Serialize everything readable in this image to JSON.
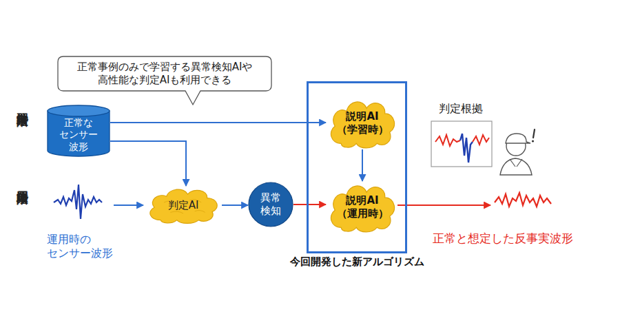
{
  "diagram": {
    "nodes": [
      {
        "text": [
          "正常事例のみで学習する異常検知AIや 高性能な判定AIも利用できる"
        ]
      },
      {
        "text": [
          "正常な センサー 波形"
        ]
      },
      {
        "text": [
          "判定AI"
        ]
      },
      {
        "text": [
          "異常 検知"
        ]
      },
      {
        "text": [
          "今回開発した新アルゴリズム"
        ]
      },
      {
        "text": [
          "説明AI （学習時）"
        ],
        "in": 4
      },
      {
        "text": [
          "説明AI （運用時）"
        ],
        "in": 4
      }
    ],
    "edges": [
      {
        "from": 1,
        "to": 5,
        "arrow": "to"
      },
      {
        "from": 1,
        "to": 2,
        "arrow": "to"
      },
      {
        "from": 2,
        "to": 3,
        "arrow": "to"
      },
      {
        "from": 3,
        "to": 6,
        "arrow": "to"
      },
      {
        "from": 5,
        "to": 6,
        "arrow": "to"
      }
    ],
    "labels": [
      "学習段階",
      "運用段階",
      "運用時の センサー波形",
      "判定根拠",
      "正常と想定した反事実波形"
    ]
  }
}
